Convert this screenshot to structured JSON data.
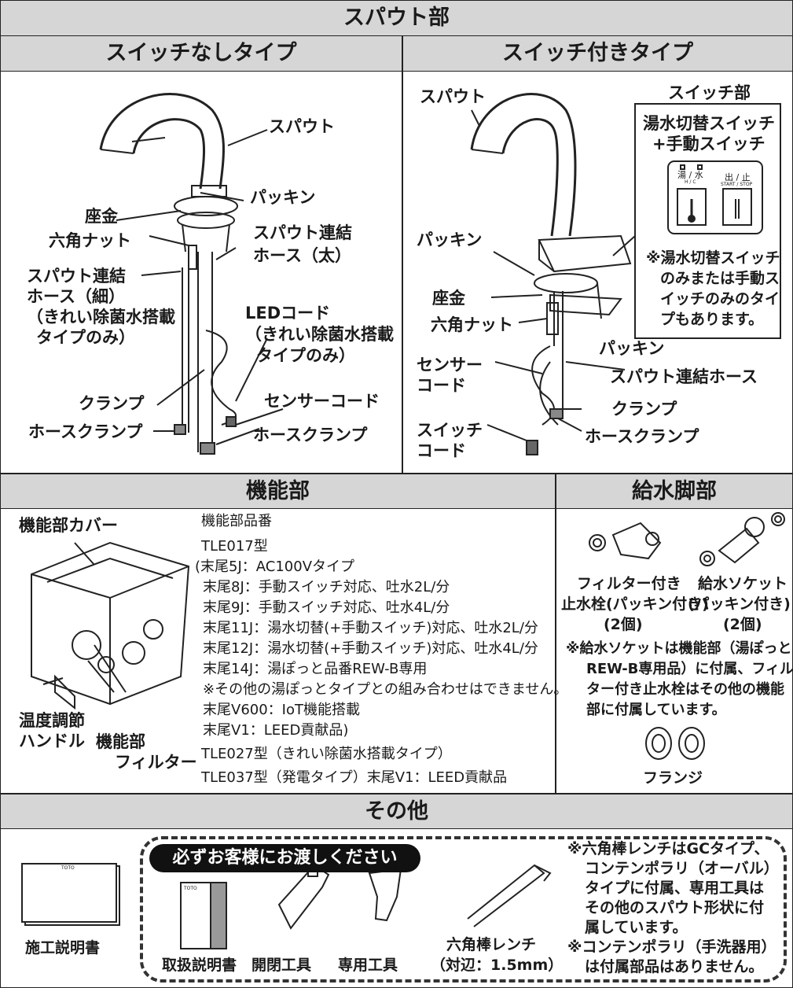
{
  "headers": {
    "spout": "スパウト部",
    "no_switch": "スイッチなしタイプ",
    "with_switch": "スイッチ付きタイプ",
    "function": "機能部",
    "supply": "給水脚部",
    "others": "その他"
  },
  "left_labels": {
    "spout": "スパウト",
    "packing": "パッキン",
    "washer": "座金",
    "hex_nut": "六角ナット",
    "hose_thick_1": "スパウト連結",
    "hose_thick_2": "ホース（太）",
    "hose_thin_1": "スパウト連結",
    "hose_thin_2": "ホース（細）",
    "hose_thin_3": "（きれい除菌水搭載",
    "hose_thin_4": "タイプのみ）",
    "led_1": "LEDコード",
    "led_2": "（きれい除菌水搭載",
    "led_3": "タイプのみ）",
    "clamp": "クランプ",
    "sensor_cord": "センサーコード",
    "hose_clamp_a": "ホースクランプ",
    "hose_clamp_b": "ホースクランプ"
  },
  "right_labels": {
    "spout": "スパウト",
    "switch_part": "スイッチ部",
    "switch_desc_1": "湯水切替スイッチ",
    "switch_desc_2": "+手動スイッチ",
    "hot_cold": "湯 / 水",
    "hc_small": "H / C",
    "start_stop": "出 / 止",
    "ss_small": "START / STOP",
    "note_1": "※湯水切替スイッチ",
    "note_2": "のみまたは手動ス",
    "note_3": "イッチのみのタイ",
    "note_4": "プもあります。",
    "packing_top": "パッキン",
    "washer": "座金",
    "hex_nut": "六角ナット",
    "packing_bottom": "パッキン",
    "sensor_1": "センサー",
    "sensor_2": "コード",
    "hose": "スパウト連結ホース",
    "clamp": "クランプ",
    "switch_cord_1": "スイッチ",
    "switch_cord_2": "コード",
    "hose_clamp": "ホースクランプ"
  },
  "function": {
    "cover": "機能部カバー",
    "temp_1": "温度調節",
    "temp_2": "ハンドル",
    "filter_1": "機能部",
    "filter_2": "フィルター",
    "lines": [
      "機能部品番",
      "TLE017型",
      "(末尾5J：AC100Vタイプ",
      "末尾8J：手動スイッチ対応、吐水2L/分",
      "末尾9J：手動スイッチ対応、吐水4L/分",
      "末尾11J：湯水切替(+手動スイッチ)対応、吐水2L/分",
      "末尾12J：湯水切替(+手動スイッチ)対応、吐水4L/分",
      "末尾14J：湯ぽっと品番REW-B専用",
      "※その他の湯ぽっとタイプとの組み合わせはできません。",
      "末尾V600：IoT機能搭載",
      "末尾V1：LEED貢献品)",
      "TLE027型（きれい除菌水搭載タイプ）",
      "TLE037型（発電タイプ）末尾V1：LEED貢献品"
    ]
  },
  "supply": {
    "filter_valve_1": "フィルター付き",
    "filter_valve_2": "止水栓(パッキン付き)",
    "filter_valve_3": "(2個)",
    "socket_1": "給水ソケット",
    "socket_2": "(パッキン付き)",
    "socket_3": "(2個)",
    "note": [
      "※給水ソケットは機能部（湯ぽっと",
      "REW-B専用品）に付属、フィル",
      "ター付き止水栓はその他の機能",
      "部に付属しています。"
    ],
    "flange": "フランジ"
  },
  "others": {
    "install_manual": "施工説明書",
    "pill": "必ずお客様にお渡しください",
    "manual": "取扱説明書",
    "open_tool": "開閉工具",
    "special_tool": "専用工具",
    "wrench_1": "六角棒レンチ",
    "wrench_2": "（対辺：1.5mm）",
    "note": [
      "※六角棒レンチはGCタイプ、",
      "コンテンポラリ（オーバル）",
      "タイプに付属、専用工具は",
      "その他のスパウト形状に付",
      "属しています。",
      "※コンテンポラリ（手洗器用）",
      "は付属部品はありません。"
    ],
    "toto": "TOTO"
  }
}
